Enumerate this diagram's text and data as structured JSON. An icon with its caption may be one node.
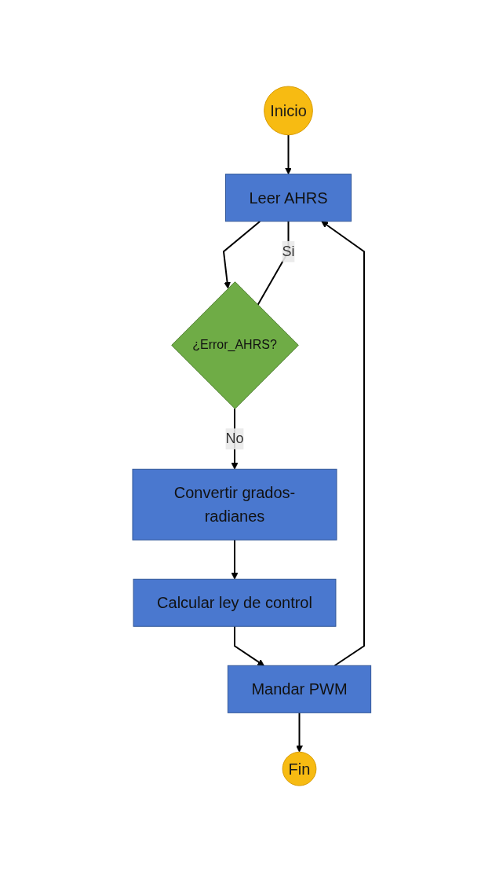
{
  "diagram": {
    "nodes": [
      {
        "text": [
          "Inicio"
        ]
      },
      {
        "text": [
          "Leer AHRS"
        ]
      },
      {
        "text": [
          "¿Error_AHRS?"
        ]
      },
      {
        "text": [
          "Convertir grados-radianes"
        ]
      },
      {
        "text": [
          "Calcular ley de control"
        ]
      },
      {
        "text": [
          "Mandar PWM"
        ]
      },
      {
        "text": [
          "Fin"
        ]
      }
    ],
    "edges": [
      {
        "from": 0,
        "to": 1,
        "arrow": "to"
      },
      {
        "from": 1,
        "to": 2,
        "arrow": "to"
      },
      {
        "from": 2,
        "to": 1,
        "arrow": "none",
        "label": "Si"
      },
      {
        "from": 2,
        "to": 3,
        "arrow": "to",
        "label": "No"
      },
      {
        "from": 3,
        "to": 4,
        "arrow": "to"
      },
      {
        "from": 4,
        "to": 5,
        "arrow": "to"
      },
      {
        "from": 5,
        "to": 1,
        "arrow": "to"
      },
      {
        "from": 5,
        "to": 6,
        "arrow": "to"
      }
    ]
  }
}
